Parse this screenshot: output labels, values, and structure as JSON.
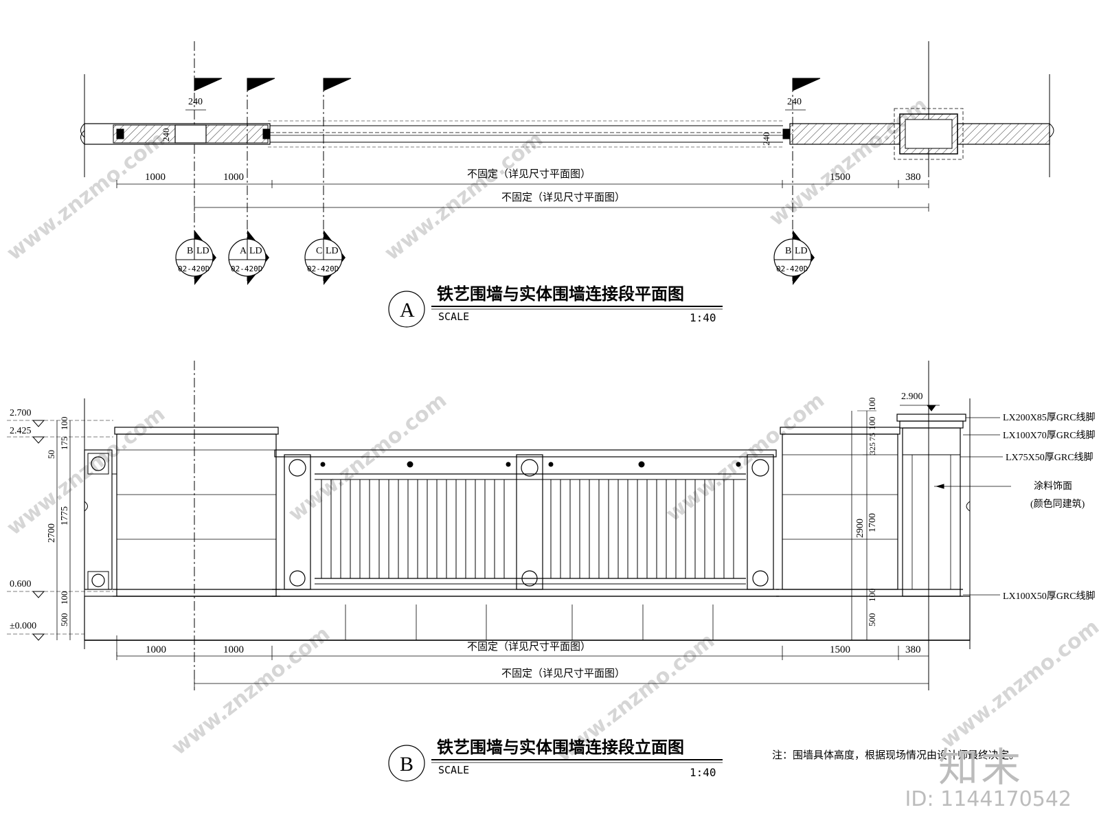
{
  "plan": {
    "dims_top": [
      "240",
      "240"
    ],
    "dims_vertical": [
      "240",
      "240"
    ],
    "dims_row1": [
      "1000",
      "1000",
      "不固定（详见尺寸平面图）",
      "1500",
      "380"
    ],
    "dims_row2": "不固定（详见尺寸平面图）",
    "section_markers": [
      {
        "letter": "B",
        "sheet": "LD",
        "ref": "02-420D"
      },
      {
        "letter": "A",
        "sheet": "LD",
        "ref": "02-420D"
      },
      {
        "letter": "C",
        "sheet": "LD",
        "ref": "02-420D"
      },
      {
        "letter": "B",
        "sheet": "LD",
        "ref": "02-420D"
      }
    ],
    "label": "A",
    "title": "铁艺围墙与实体围墙连接段平面图",
    "scale_label": "SCALE",
    "scale": "1:40"
  },
  "elevation": {
    "levels": [
      "2.700",
      "2.425",
      "0.600",
      "±0.000"
    ],
    "left_dims": [
      "100",
      "175",
      "50",
      "1775",
      "2700",
      "100",
      "500"
    ],
    "right_top_level": "2.900",
    "right_dims": [
      "100",
      "100",
      "75",
      "325",
      "2900",
      "1700",
      "100",
      "500"
    ],
    "callouts": [
      "LX200X85厚GRC线脚",
      "LX100X70厚GRC线脚",
      "LX75X50厚GRC线脚",
      "涂料饰面",
      "(颜色同建筑)",
      "LX100X50厚GRC线脚"
    ],
    "dims_row1": [
      "1000",
      "1000",
      "不固定（详见尺寸平面图）",
      "1500",
      "380"
    ],
    "dims_row2": "不固定（详见尺寸平面图）",
    "label": "B",
    "title": "铁艺围墙与实体围墙连接段立面图",
    "scale_label": "SCALE",
    "scale": "1:40",
    "note": "注：围墙具体高度，根据现场情况由设计师最终决定。"
  },
  "watermark": {
    "text": "www.znzmo.com",
    "brand": "知末",
    "id": "ID: 1144170542"
  }
}
